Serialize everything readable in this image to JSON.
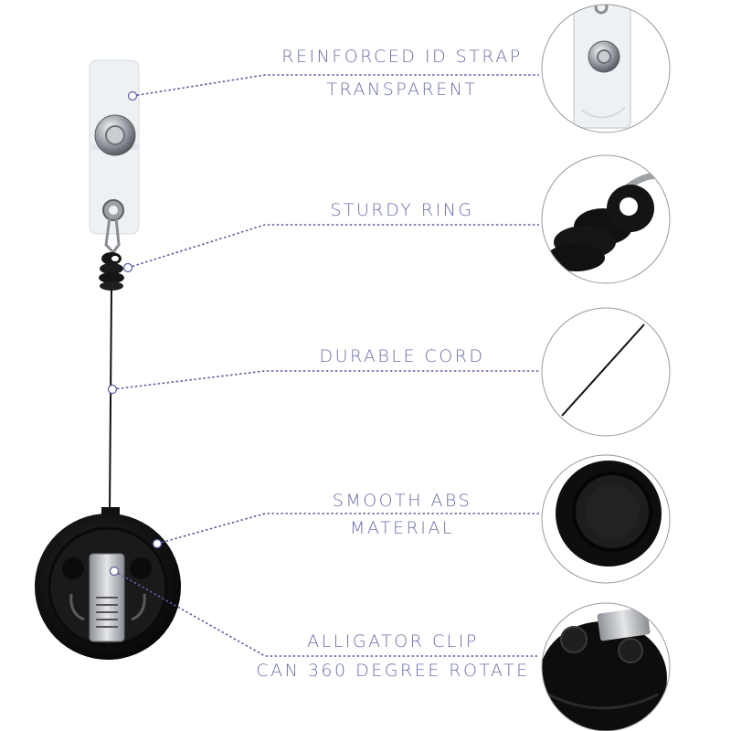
{
  "features": [
    {
      "id": "strap",
      "lines": [
        "REINFORCED ID STRAP",
        "TRANSPARENT"
      ]
    },
    {
      "id": "ring",
      "lines": [
        "STURDY RING"
      ]
    },
    {
      "id": "cord",
      "lines": [
        "DURABLE CORD"
      ]
    },
    {
      "id": "abs",
      "lines": [
        "SMOOTH ABS",
        "MATERIAL"
      ]
    },
    {
      "id": "clip",
      "lines": [
        "ALLIGATOR CLIP",
        "CAN 360 DEGREE ROTATE"
      ]
    }
  ],
  "colors": {
    "label_text": "#6a6ea8",
    "leader_line": "#5a5ea0",
    "product_black": "#151515",
    "strap_clear": "#eef1f4"
  }
}
